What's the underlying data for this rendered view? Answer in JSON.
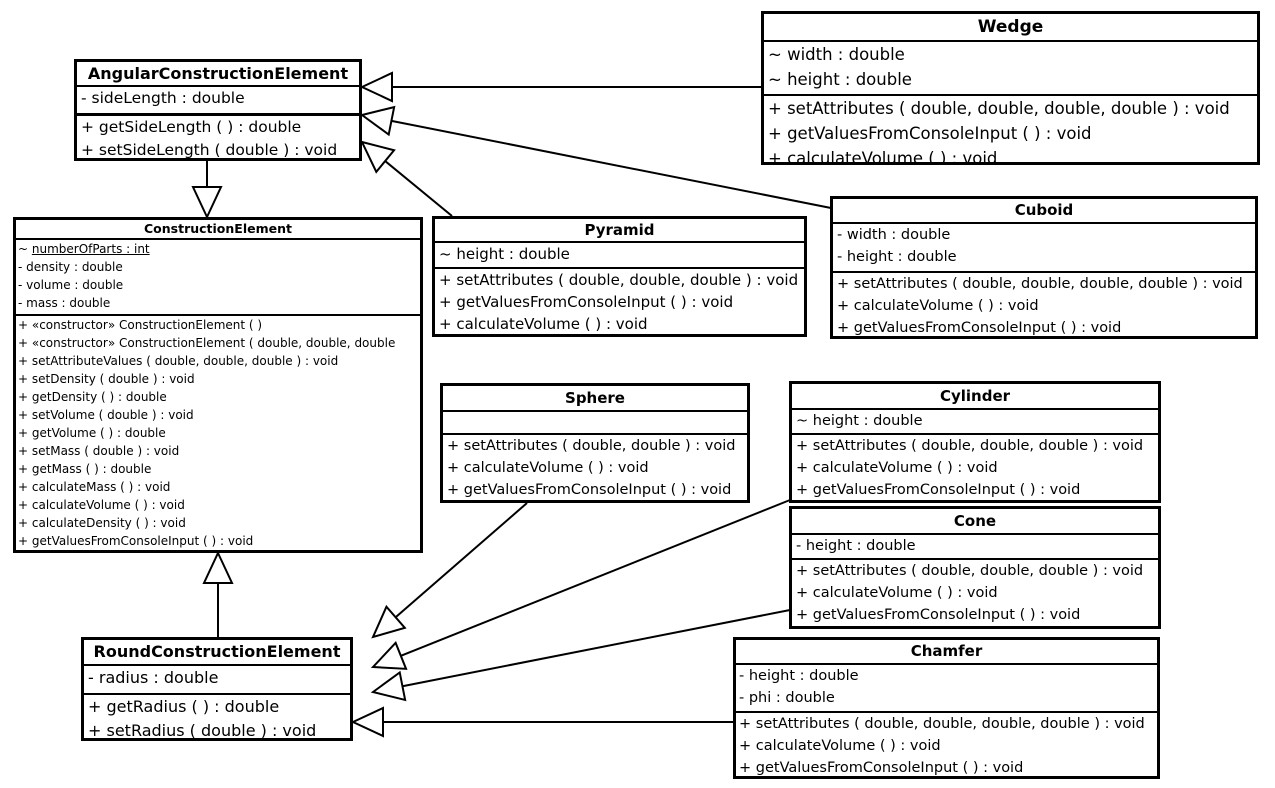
{
  "classes": {
    "angular": {
      "name": "AngularConstructionElement",
      "attributes": [
        "- sideLength : double"
      ],
      "operations": [
        "+ getSideLength ( ) : double",
        "+ setSideLength ( double ) : void"
      ]
    },
    "wedge": {
      "name": "Wedge",
      "attributes": [
        "~ width : double",
        "~ height : double"
      ],
      "operations": [
        "+ setAttributes ( double, double, double, double ) : void",
        "+ getValuesFromConsoleInput ( ) : void",
        "+ calculateVolume ( ) : void"
      ]
    },
    "construction": {
      "name": "ConstructionElement",
      "static_prefix": "~ ",
      "static_attribute": "numberOfParts : int",
      "attributes": [
        "- density : double",
        "- volume : double",
        "- mass : double"
      ],
      "operations": [
        "+ «constructor» ConstructionElement ( )",
        "+ «constructor» ConstructionElement ( double, double, double",
        "+ setAttributeValues ( double, double, double ) : void",
        "+ setDensity ( double ) : void",
        "+ getDensity ( ) : double",
        "+ setVolume ( double ) : void",
        "+ getVolume ( ) : double",
        "+ setMass ( double ) : void",
        "+ getMass ( ) : double",
        "+ calculateMass ( ) : void",
        "+ calculateVolume ( ) : void",
        "+ calculateDensity ( ) : void",
        "+ getValuesFromConsoleInput ( ) : void"
      ]
    },
    "pyramid": {
      "name": "Pyramid",
      "attributes": [
        "~ height : double"
      ],
      "operations": [
        "+ setAttributes ( double, double, double ) : void",
        "+ getValuesFromConsoleInput ( ) : void",
        "+ calculateVolume ( ) : void"
      ]
    },
    "cuboid": {
      "name": "Cuboid",
      "attributes": [
        "- width : double",
        "- height : double"
      ],
      "operations": [
        "+ setAttributes ( double, double, double, double ) : void",
        "+ calculateVolume ( ) : void",
        "+ getValuesFromConsoleInput ( ) : void"
      ]
    },
    "sphere": {
      "name": "Sphere",
      "attributes": [],
      "operations": [
        "+ setAttributes ( double, double ) : void",
        "+ calculateVolume ( ) : void",
        "+ getValuesFromConsoleInput ( ) : void"
      ]
    },
    "cylinder": {
      "name": "Cylinder",
      "attributes": [
        "~ height : double"
      ],
      "operations": [
        "+ setAttributes ( double, double, double ) : void",
        "+ calculateVolume ( ) : void",
        "+ getValuesFromConsoleInput ( ) : void"
      ]
    },
    "cone": {
      "name": "Cone",
      "attributes": [
        "- height : double"
      ],
      "operations": [
        "+ setAttributes ( double, double, double ) : void",
        "+ calculateVolume ( ) : void",
        "+ getValuesFromConsoleInput ( ) : void"
      ]
    },
    "round": {
      "name": "RoundConstructionElement",
      "attributes": [
        "- radius : double"
      ],
      "operations": [
        "+ getRadius ( ) : double",
        "+ setRadius ( double ) : void"
      ]
    },
    "chamfer": {
      "name": "Chamfer",
      "attributes": [
        "- height : double",
        "- phi : double"
      ],
      "operations": [
        "+ setAttributes ( double, double, double, double ) : void",
        "+ calculateVolume ( ) : void",
        "+ getValuesFromConsoleInput ( ) : void"
      ]
    }
  },
  "generalizations": [
    {
      "from": "wedge",
      "to": "angular"
    },
    {
      "from": "cuboid",
      "to": "angular"
    },
    {
      "from": "pyramid",
      "to": "angular"
    },
    {
      "from": "angular",
      "to": "construction"
    },
    {
      "from": "round",
      "to": "construction"
    },
    {
      "from": "sphere",
      "to": "round"
    },
    {
      "from": "cylinder",
      "to": "round"
    },
    {
      "from": "cone",
      "to": "round"
    },
    {
      "from": "chamfer",
      "to": "round"
    }
  ]
}
